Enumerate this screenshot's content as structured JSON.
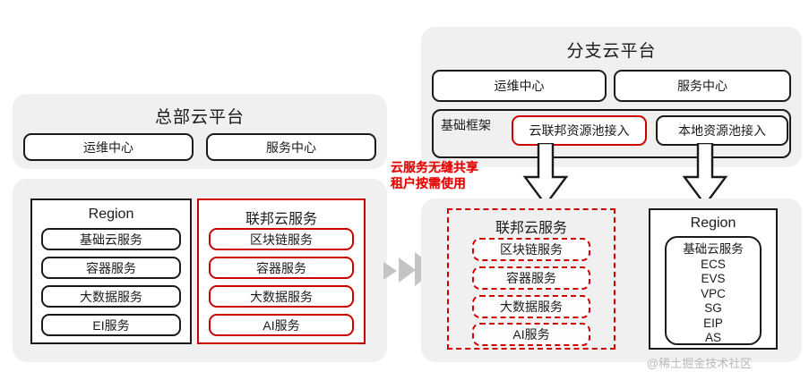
{
  "hq_platform": {
    "title": "总部云平台",
    "top_boxes": [
      "运维中心",
      "服务中心"
    ],
    "region_group": {
      "title": "Region",
      "services": [
        "基础云服务",
        "容器服务",
        "大数据服务",
        "EI服务"
      ]
    },
    "federated_group": {
      "title": "联邦云服务",
      "services": [
        "区块链服务",
        "容器服务",
        "大数据服务",
        "AI服务"
      ]
    }
  },
  "branch_platform": {
    "title": "分支云平台",
    "top_boxes": [
      "运维中心",
      "服务中心"
    ],
    "framework_label": "基础框架",
    "framework_boxes": [
      "云联邦资源池接入",
      "本地资源池接入"
    ],
    "federated_group": {
      "title": "联邦云服务",
      "services": [
        "区块链服务",
        "容器服务",
        "大数据服务",
        "AI服务"
      ]
    },
    "region_group": {
      "title": "Region",
      "stack": [
        "基础云服务",
        "ECS",
        "EVS",
        "VPC",
        "SG",
        "EIP",
        "AS"
      ]
    }
  },
  "annotation": {
    "line1": "云服务无缝共享",
    "line2": "租户按需使用"
  },
  "watermark": "@稀土掘金技术社区",
  "colors": {
    "panel_bg": "#f0f0f0",
    "outline": "#1a1a1a",
    "accent_red": "#cc0000",
    "annotation_red": "#e60000",
    "chevron_grey": "#c4c4c4"
  }
}
